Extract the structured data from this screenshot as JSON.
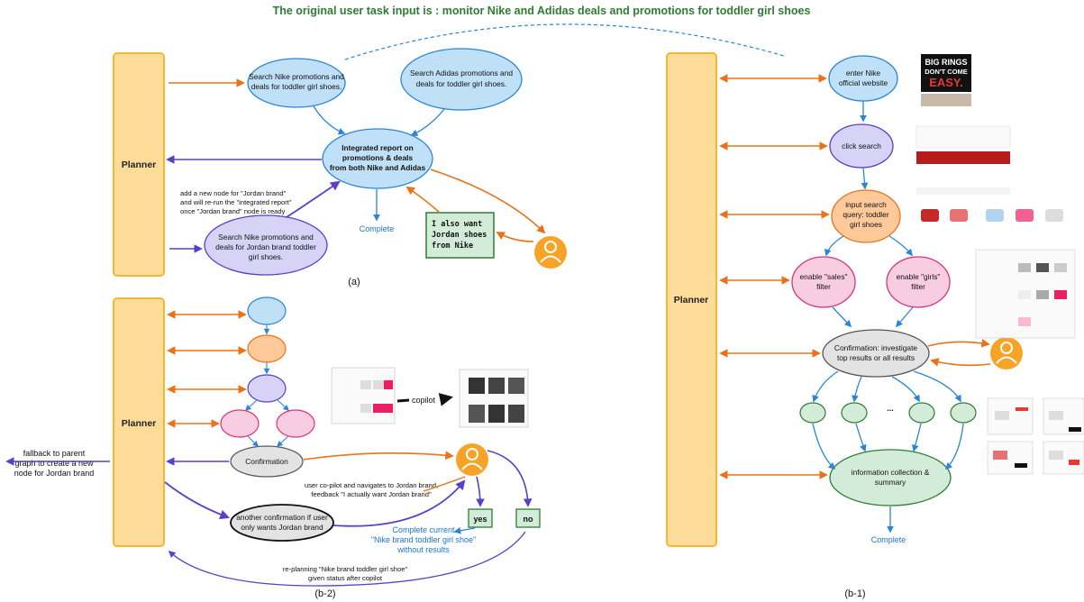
{
  "title": "The original user task input is : monitor Nike and Adidas deals and promotions for toddler girl shoes",
  "planner_label": "Planner",
  "panel_a": {
    "caption": "(a)",
    "node_nike": [
      "Search Nike promotions and",
      "deals for toddler girl shoes."
    ],
    "node_adidas": [
      "Search Adidas promotions and",
      "deals for toddler girl shoes."
    ],
    "node_report": [
      "Integrated report on",
      "promotions & deals",
      "from both Nike and Adidas"
    ],
    "node_jordan": [
      "Search Nike promotions and",
      "deals for Jordan brand toddler",
      "girl shoes."
    ],
    "note_add": [
      "add a new node for \"Jordan brand\"",
      "and will re-run the \"integrated report\"",
      "once \"Jordan brand\" node is ready"
    ],
    "user_msg": [
      "I also want",
      "Jordan shoes",
      "from Nike"
    ],
    "complete": "Complete"
  },
  "panel_b2": {
    "caption": "(b-2)",
    "copilot": "copilot",
    "confirmation": "Confirmation",
    "fallback": [
      "fallback to parent",
      "graph to create a new",
      "node for Jordan brand"
    ],
    "user_note": [
      "user co-pilot and navigates to Jordan brand,",
      "feedback \"I actually want Jordan brand\""
    ],
    "another": [
      "another confirmation if user",
      "only wants Jordan brand"
    ],
    "yes": "yes",
    "no": "no",
    "complete_current": [
      "Complete current",
      "\"Nike brand toddler girl shoe\"",
      "without results"
    ],
    "replanning": [
      "re-planning \"Nike brand toddler girl shoe\"",
      "given status after copilot"
    ]
  },
  "panel_b1": {
    "caption": "(b-1)",
    "enter": [
      "enter Nike",
      "official website"
    ],
    "click": "click search",
    "input": [
      "input search",
      "query: toddler",
      "girl shoes"
    ],
    "sales": [
      "enable \"sales\"",
      "filter"
    ],
    "girls": [
      "enable \"girls\"",
      "filter"
    ],
    "confirmation": [
      "Confirmation: investigate",
      "top results or all results"
    ],
    "ellipsis": "...",
    "info": [
      "information collection &",
      "summary"
    ],
    "complete": "Complete",
    "ad_text": [
      "BIG RINGS",
      "DON'T COME",
      "EASY."
    ]
  },
  "colors": {
    "planner_fill": "#fddc9a",
    "planner_stroke": "#f5b731",
    "blue_node": "#bfe0f7",
    "purple_node": "#d6d3f7",
    "orange_node": "#ffc99a",
    "pink_node": "#f8cde2",
    "green_node": "#d3ecd9",
    "gray_node": "#e3e3e3",
    "orange_arrow": "#e8731a",
    "purple_arrow": "#5a3fc8",
    "blue_arrow": "#2a86d4",
    "user_avatar": "#f7a326"
  }
}
